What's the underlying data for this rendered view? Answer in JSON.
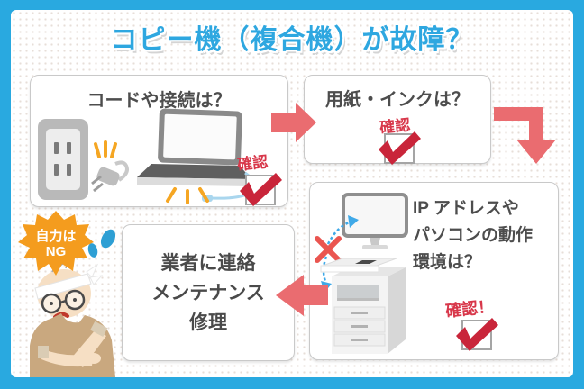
{
  "title": "コピー機（複合機）が故障？",
  "boxes": {
    "cord": {
      "heading": "コードや接続は？",
      "check_label": "確認"
    },
    "paper": {
      "heading": "用紙・インクは？",
      "check_label": "確認"
    },
    "ip": {
      "lines": [
        "IP アドレスや",
        "パソコンの動作",
        "環境は？"
      ],
      "check_label": "確認！"
    },
    "contact": {
      "lines": [
        "業者に連絡",
        "メンテナンス",
        "修理"
      ]
    }
  },
  "bubble": {
    "lines": [
      "自力は",
      "NG"
    ]
  },
  "icons": {
    "arrow-right-icon": "→",
    "arrow-turn-down-icon": "↴",
    "arrow-left-icon": "←",
    "checkmark-icon": "✓",
    "x-mark-icon": "✕",
    "connection-dashed-arrow-icon": "⇄"
  },
  "colors": {
    "frame_blue": "#29A9E0",
    "title_blue": "#2EA7E0",
    "arrow_red": "#EA6C70",
    "check_label_red": "#D8374A",
    "checkmark_red": "#C9253A",
    "burst_orange": "#F49C1E",
    "accent_orange": "#F5A623",
    "cable_blue": "#A9D6EE",
    "dashed_arrow_blue": "#3FA9E8",
    "text_dark": "#4A4A4A"
  }
}
